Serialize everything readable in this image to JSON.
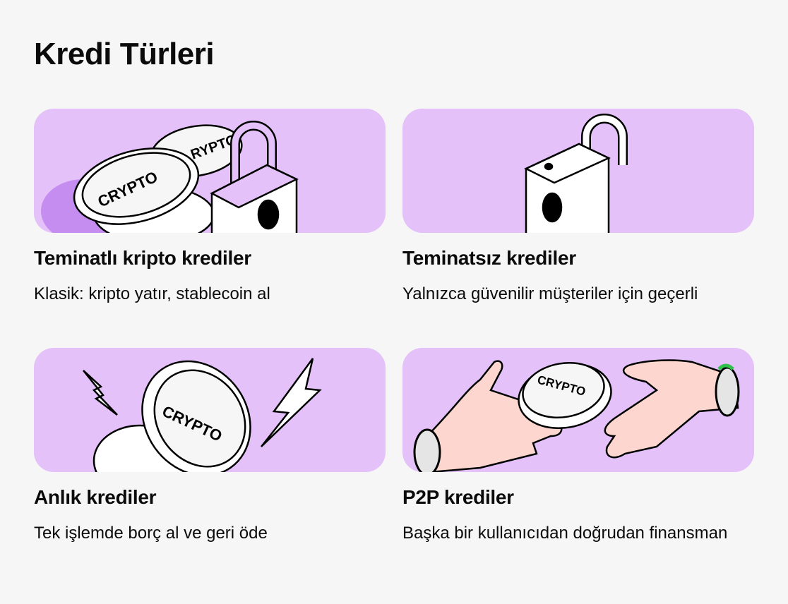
{
  "page": {
    "title": "Kredi Türleri"
  },
  "colors": {
    "card_bg": "#e4c1f9",
    "page_bg": "#f6f6f6",
    "accent_purple": "#c68df0",
    "skin": "#fdd6cf",
    "band_green": "#2fc24a"
  },
  "cards": [
    {
      "title": "Teminatlı kripto krediler",
      "desc": "Klasik: kripto yatır, stablecoin al",
      "illustration": "coins-and-locked-padlock",
      "coin_text": "CRYPTO"
    },
    {
      "title": "Teminatsız krediler",
      "desc": "Yalnızca güvenilir müşteriler için geçerli",
      "illustration": "open-padlock"
    },
    {
      "title": "Anlık krediler",
      "desc": "Tek işlemde borç al ve geri öde",
      "illustration": "coins-with-lightning",
      "coin_text": "CRYPTO"
    },
    {
      "title": "P2P krediler",
      "desc": "Başka bir kullanıcıdan doğrudan finansman",
      "illustration": "hands-passing-coin",
      "coin_text": "CRYPTO"
    }
  ]
}
